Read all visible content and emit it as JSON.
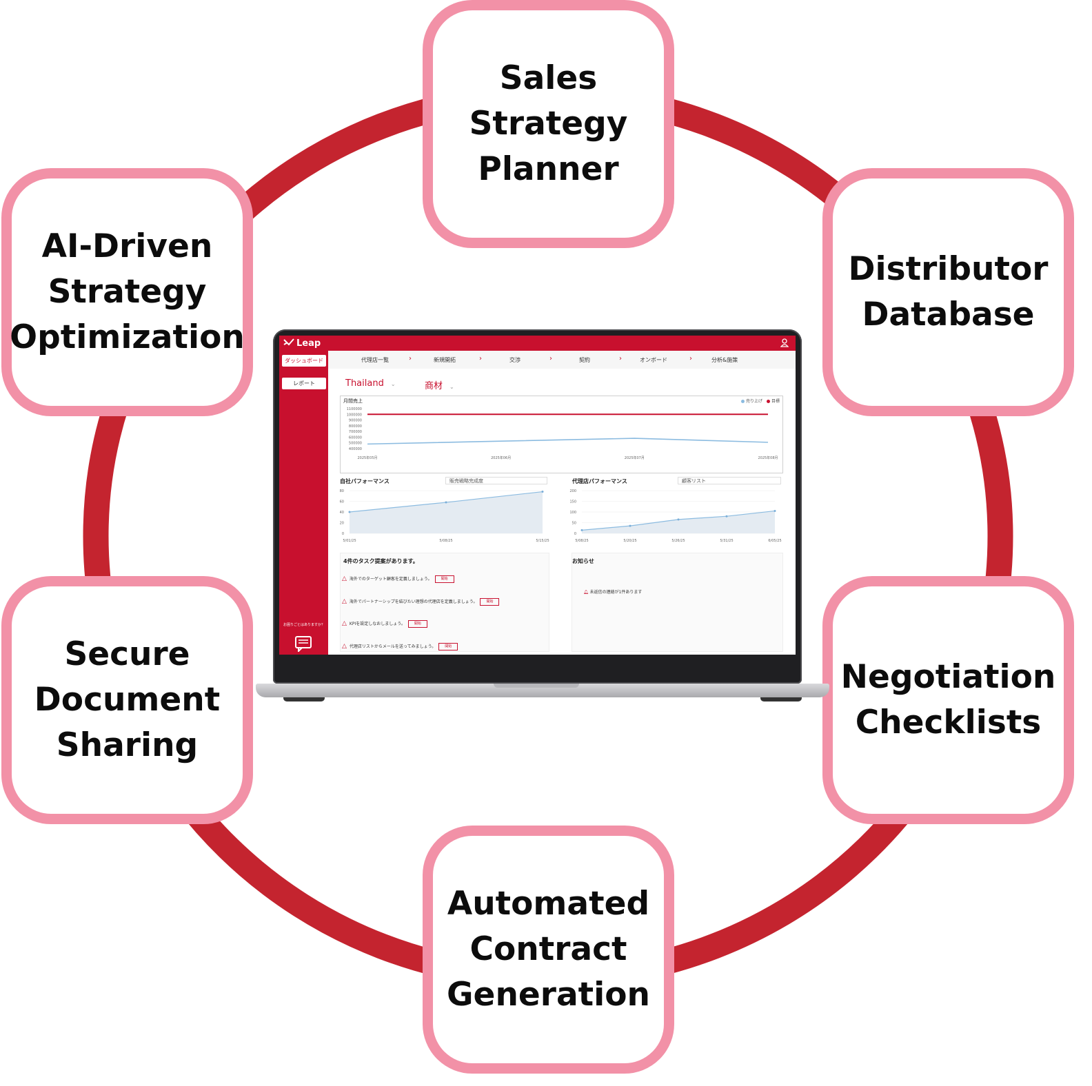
{
  "features": [
    {
      "id": "sales-strategy-planner",
      "lines": [
        "Sales",
        "Strategy",
        "Planner"
      ]
    },
    {
      "id": "distributor-database",
      "lines": [
        "Distributor",
        "Database"
      ]
    },
    {
      "id": "negotiation-checklists",
      "lines": [
        "Negotiation",
        "Checklists"
      ]
    },
    {
      "id": "automated-contract-generation",
      "lines": [
        "Automated",
        "Contract",
        "Generation"
      ]
    },
    {
      "id": "secure-document-sharing",
      "lines": [
        "Secure",
        "Document",
        "Sharing"
      ]
    },
    {
      "id": "ai-driven-strategy-optimization",
      "lines": [
        "AI-Driven",
        "Strategy",
        "Optimization"
      ]
    }
  ],
  "colors": {
    "ring": "#c4242f",
    "box_border": "#f291a7",
    "brand": "#c8102e"
  },
  "app": {
    "logo": "Leap",
    "sidebar": {
      "dashboard": "ダッシュボード",
      "report": "レポート",
      "help": "お困りごとはありますか？"
    },
    "steps": [
      "代理店一覧",
      "新規開拓",
      "交渉",
      "契約",
      "オンボード",
      "分析&施策"
    ],
    "filters": {
      "country": "Thailand",
      "product": "商材"
    },
    "monthly": {
      "title": "月間売上",
      "legend": [
        "売り上げ",
        "目標"
      ],
      "y_ticks": [
        "1100000",
        "1000000",
        "900000",
        "800000",
        "700000",
        "600000",
        "500000",
        "400000"
      ],
      "x_ticks": [
        "2025年05月",
        "2025年06月",
        "2025年07月",
        "2025年08月"
      ]
    },
    "own_perf": {
      "title": "自社パフォーマンス",
      "select": "販売戦略完成度",
      "y_ticks": [
        "80",
        "60",
        "40",
        "20",
        "0"
      ],
      "x_ticks": [
        "5/01/25",
        "5/08/25",
        "5/15/25"
      ]
    },
    "dist_perf": {
      "title": "代理店パフォーマンス",
      "select": "顧客リスト",
      "y_ticks": [
        "200",
        "150",
        "100",
        "50",
        "0"
      ],
      "x_ticks": [
        "5/08/25",
        "5/20/25",
        "5/26/25",
        "5/31/25",
        "6/05/25"
      ]
    },
    "tasks": {
      "title": "4件のタスク提案があります。",
      "button": "開始",
      "items": [
        "海外でのターゲット顧客を定義しましょう。",
        "海外でパートナーシップを結びたい理想の代理店を定義しましょう。",
        "KPIを設定しなおしましょう。",
        "代理店リストからメールを送ってみましょう。"
      ]
    },
    "notice": {
      "title": "お知らせ",
      "item": "未返信の連絡が1件あります"
    }
  },
  "chart_data": [
    {
      "type": "line",
      "title": "月間売上",
      "categories": [
        "2025年05月",
        "2025年06月",
        "2025年07月",
        "2025年08月"
      ],
      "series": [
        {
          "name": "売り上げ",
          "values": [
            480000,
            530000,
            580000,
            510000
          ]
        },
        {
          "name": "目標",
          "values": [
            1000000,
            1000000,
            1000000,
            1000000
          ]
        }
      ],
      "ylim": [
        400000,
        1100000
      ]
    },
    {
      "type": "area",
      "title": "自社パフォーマンス",
      "x": [
        "5/01/25",
        "5/08/25",
        "5/15/25"
      ],
      "series": [
        {
          "values": [
            40,
            58,
            78
          ]
        }
      ],
      "ylim": [
        0,
        80
      ]
    },
    {
      "type": "area",
      "title": "代理店パフォーマンス",
      "x": [
        "5/08/25",
        "5/20/25",
        "5/26/25",
        "5/31/25",
        "6/05/25"
      ],
      "series": [
        {
          "values": [
            15,
            35,
            65,
            80,
            105
          ]
        }
      ],
      "ylim": [
        0,
        200
      ]
    }
  ]
}
